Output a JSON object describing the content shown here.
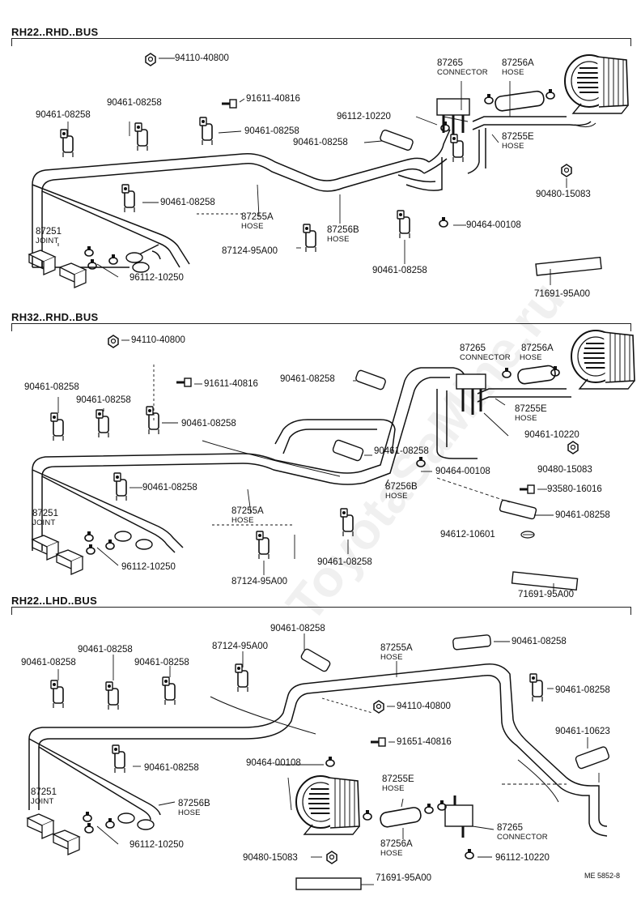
{
  "sections": [
    {
      "title": "RH22..RHD..BUS"
    },
    {
      "title": "RH32..RHD..BUS"
    },
    {
      "title": "RH22..LHD..BUS"
    }
  ],
  "s1": {
    "p94110": "94110-40800",
    "p91611": "91611-40816",
    "p87265": "87265",
    "connector": "CONNECTOR",
    "p87256A": "87256A",
    "hose": "HOSE",
    "c1": "90461-08258",
    "c2": "90461-08258",
    "c3": "90461-08258",
    "p96112a": "96112-10220",
    "c4": "90461-08258",
    "p87255E": "87255E",
    "c5": "90461-08258",
    "p90480": "90480-15083",
    "p87255A": "87255A",
    "p87256B": "87256B",
    "p87251": "87251",
    "joint": "JOINT",
    "p90464": "90464-00108",
    "p87124": "87124-95A00",
    "c6": "90461-08258",
    "p96112b": "96112-10250",
    "p71691": "71691-95A00"
  },
  "s2": {
    "p94110": "94110-40800",
    "p91611": "91611-40816",
    "c1": "90461-08258",
    "p87265": "87265",
    "connector": "CONNECTOR",
    "hose": "HOSE",
    "p87256A": "87256A",
    "c2": "90461-08258",
    "c3": "90461-08258",
    "c4": "90461-08258",
    "p87255E": "87255E",
    "p90461_10220": "90461-10220",
    "c5": "90461-08258",
    "p90464": "90464-00108",
    "p90480": "90480-15083",
    "c6": "90461-08258",
    "p87256B": "87256B",
    "p93580": "93580-16016",
    "p87255A": "87255A",
    "p87251": "87251",
    "joint": "JOINT",
    "c7": "90461-08258",
    "p94612": "94612-10601",
    "p96112": "96112-10250",
    "c8": "90461-08258",
    "p87124": "87124-95A00",
    "p71691": "71691-95A00"
  },
  "s3": {
    "c1": "90461-08258",
    "p87255A": "87255A",
    "hose": "HOSE",
    "c2": "90461-08258",
    "c3": "90461-08258",
    "p87124": "87124-95A00",
    "c4": "90461-08258",
    "c5": "90461-08258",
    "c6": "90461-08258",
    "p94110": "94110-40800",
    "p90461_10623": "90461-10623",
    "p91651": "91651-40816",
    "c7": "90461-08258",
    "p90464": "90464-00108",
    "p87255E": "87255E",
    "p87251": "87251",
    "joint": "JOINT",
    "p87256B": "87256B",
    "p87265": "87265",
    "connector": "CONNECTOR",
    "p87256A": "87256A",
    "p96112a": "96112-10250",
    "p90480": "90480-15083",
    "p96112b": "96112-10220",
    "p71691": "71691-95A00"
  },
  "footer": "ME 5852-8"
}
